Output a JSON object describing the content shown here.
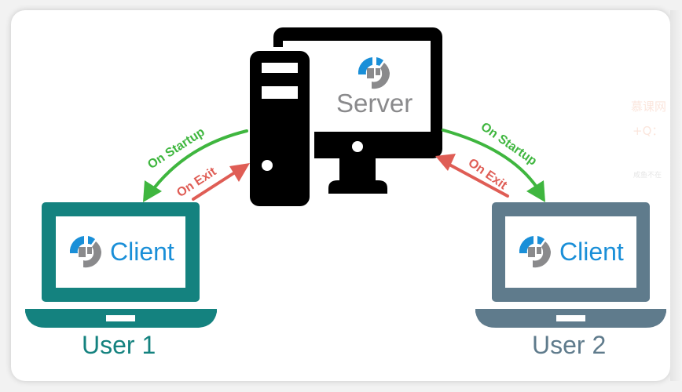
{
  "diagram": {
    "server": {
      "label": "Server"
    },
    "clients": [
      {
        "user_label": "User 1",
        "screen_label": "Client",
        "color": "#14827f"
      },
      {
        "user_label": "User 2",
        "screen_label": "Client",
        "color": "#5f7b8c"
      }
    ],
    "arrows": {
      "startup_label": "On Startup",
      "exit_label": "On Exit",
      "startup_color": "#3fb63f",
      "exit_color": "#df5d55"
    },
    "logo": {
      "primary_color": "#1a8fd8",
      "secondary_color": "#8a8a8c"
    },
    "watermark": {
      "line1": "慕课网",
      "line2": "+Q：",
      "line3": "咸鱼不在"
    }
  }
}
